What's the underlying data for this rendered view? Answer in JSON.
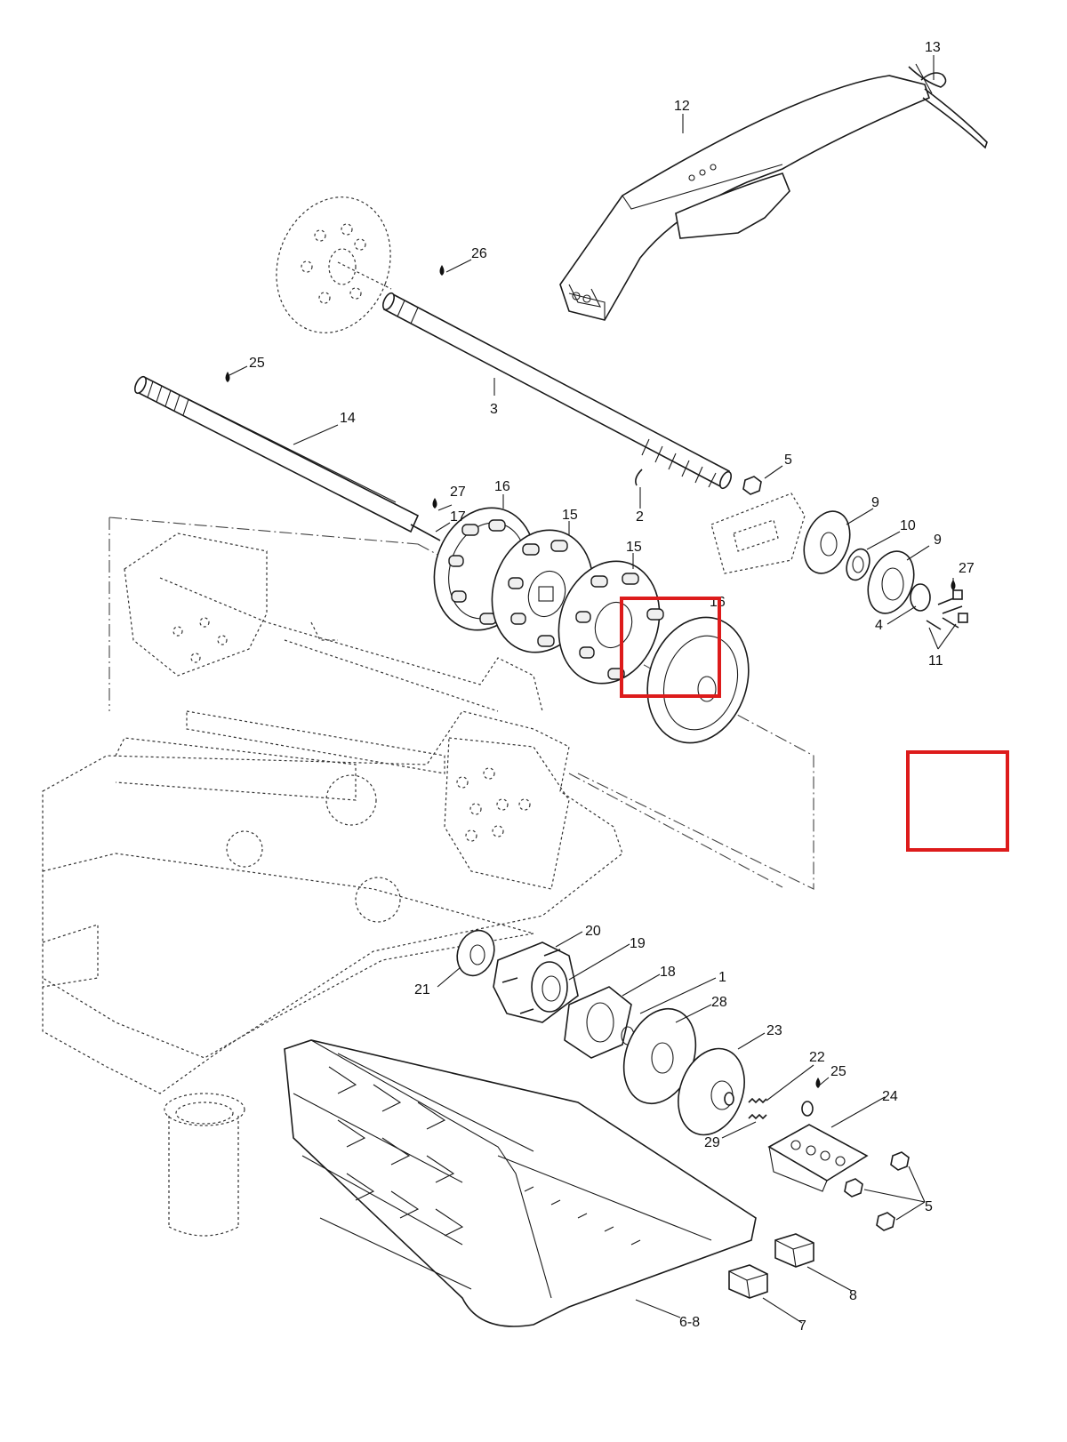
{
  "callouts": [
    {
      "id": "c13",
      "label": "13"
    },
    {
      "id": "c12",
      "label": "12"
    },
    {
      "id": "c26",
      "label": "26"
    },
    {
      "id": "c25a",
      "label": "25"
    },
    {
      "id": "c14",
      "label": "14"
    },
    {
      "id": "c3",
      "label": "3"
    },
    {
      "id": "c5a",
      "label": "5"
    },
    {
      "id": "c2",
      "label": "2"
    },
    {
      "id": "c27a",
      "label": "27"
    },
    {
      "id": "c17",
      "label": "17"
    },
    {
      "id": "c16a",
      "label": "16"
    },
    {
      "id": "c15a",
      "label": "15"
    },
    {
      "id": "c15b",
      "label": "15"
    },
    {
      "id": "c16b",
      "label": "16"
    },
    {
      "id": "c9a",
      "label": "9"
    },
    {
      "id": "c10",
      "label": "10"
    },
    {
      "id": "c9b",
      "label": "9"
    },
    {
      "id": "c27b",
      "label": "27"
    },
    {
      "id": "c4",
      "label": "4"
    },
    {
      "id": "c11",
      "label": "11"
    },
    {
      "id": "c20",
      "label": "20"
    },
    {
      "id": "c19",
      "label": "19"
    },
    {
      "id": "c18",
      "label": "18"
    },
    {
      "id": "c21",
      "label": "21"
    },
    {
      "id": "c1",
      "label": "1"
    },
    {
      "id": "c28",
      "label": "28"
    },
    {
      "id": "c23",
      "label": "23"
    },
    {
      "id": "c22",
      "label": "22"
    },
    {
      "id": "c25b",
      "label": "25"
    },
    {
      "id": "c24",
      "label": "24"
    },
    {
      "id": "c29",
      "label": "29"
    },
    {
      "id": "c5b",
      "label": "5"
    },
    {
      "id": "c8",
      "label": "8"
    },
    {
      "id": "c7",
      "label": "7"
    },
    {
      "id": "c68",
      "label": "6-8"
    }
  ],
  "colors": {
    "line": "#1a1a1a",
    "highlight": "#dd1b1b",
    "background": "#ffffff"
  }
}
